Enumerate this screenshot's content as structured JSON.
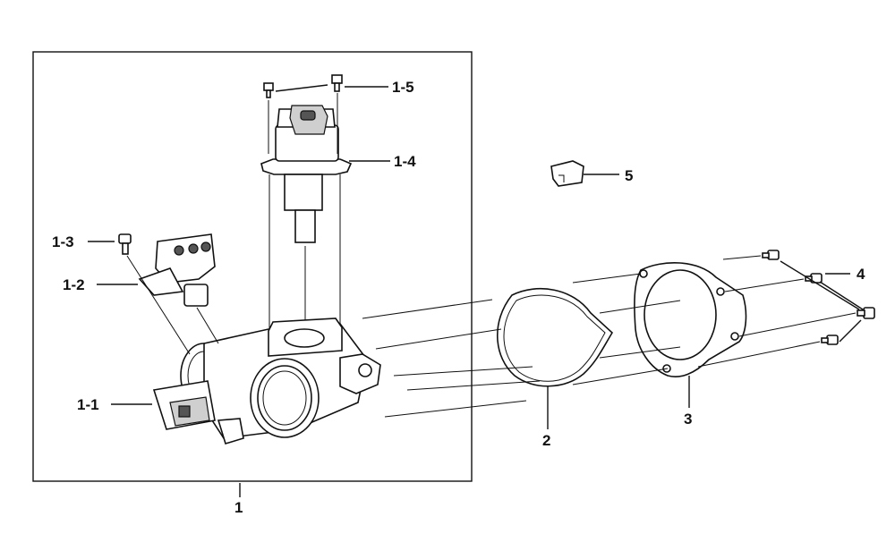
{
  "labels": {
    "p1": "1",
    "p1_1": "1-1",
    "p1_2": "1-2",
    "p1_3": "1-3",
    "p1_4": "1-4",
    "p1_5": "1-5",
    "p2": "2",
    "p3": "3",
    "p4": "4",
    "p5": "5"
  }
}
